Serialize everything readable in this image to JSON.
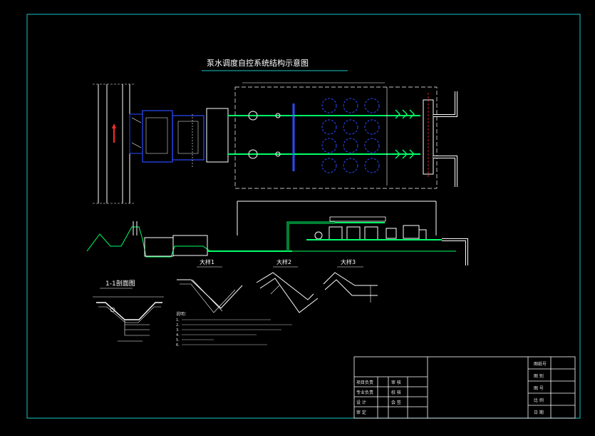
{
  "title": "泵水调度自控系统结构示意图",
  "section_title": "1-1剖面图",
  "detail_labels": [
    "大样1",
    "大样2",
    "大样3"
  ],
  "colors": {
    "background": "#000000",
    "frame": "#19c6c6",
    "pipe": "#00ff66",
    "structure": "#ffffff",
    "equipment_blue": "#2a4bff",
    "accent_red": "#ff2b2b",
    "dim_green": "#00c853"
  },
  "title_block": {
    "rows": [
      {
        "left": "项目负责",
        "mid": "审 核"
      },
      {
        "left": "专业负责",
        "mid": "校 核"
      },
      {
        "left": "设 计",
        "mid": "会 签"
      },
      {
        "left": "审 定",
        "mid": ""
      }
    ],
    "right_labels": [
      "图纸号",
      "图 别",
      "图 号",
      "比 例",
      "日 期"
    ]
  },
  "notes_header": "说明：",
  "notes": [
    "1.",
    "2.",
    "3.",
    "4.",
    "5.",
    "6."
  ]
}
